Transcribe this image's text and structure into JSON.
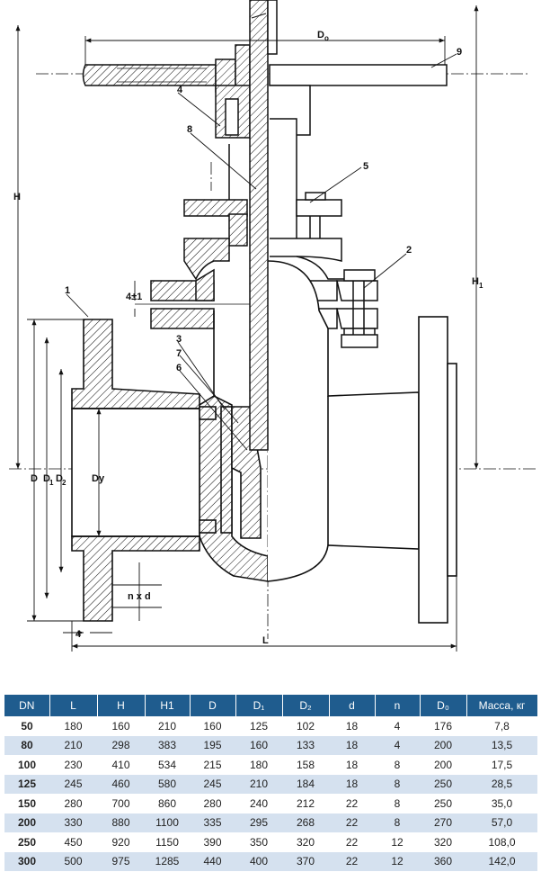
{
  "drawing": {
    "dimension_labels": {
      "H": "H",
      "H1": "H",
      "H1_sub": "1",
      "D0": "D",
      "D0_sub": "o",
      "L": "L",
      "D": "D",
      "D1": "D",
      "D1_sub": "1",
      "D2": "D",
      "D2_sub": "2",
      "Dy": "Dy",
      "gap": "4±1",
      "flange_thickness": "4",
      "bolts": "n x d"
    },
    "part_numbers": [
      "1",
      "2",
      "3",
      "4",
      "5",
      "6",
      "7",
      "8",
      "9"
    ]
  },
  "table": {
    "headers": [
      "DN",
      "L",
      "H",
      "H1",
      "D",
      "D₁",
      "D₂",
      "d",
      "n",
      "D₀",
      "Масса, кг"
    ],
    "rows": [
      [
        "50",
        "180",
        "160",
        "210",
        "160",
        "125",
        "102",
        "18",
        "4",
        "176",
        "7,8"
      ],
      [
        "80",
        "210",
        "298",
        "383",
        "195",
        "160",
        "133",
        "18",
        "4",
        "200",
        "13,5"
      ],
      [
        "100",
        "230",
        "410",
        "534",
        "215",
        "180",
        "158",
        "18",
        "8",
        "200",
        "17,5"
      ],
      [
        "125",
        "245",
        "460",
        "580",
        "245",
        "210",
        "184",
        "18",
        "8",
        "250",
        "28,5"
      ],
      [
        "150",
        "280",
        "700",
        "860",
        "280",
        "240",
        "212",
        "22",
        "8",
        "250",
        "35,0"
      ],
      [
        "200",
        "330",
        "880",
        "1100",
        "335",
        "295",
        "268",
        "22",
        "8",
        "270",
        "57,0"
      ],
      [
        "250",
        "450",
        "920",
        "1150",
        "390",
        "350",
        "320",
        "22",
        "12",
        "320",
        "108,0"
      ],
      [
        "300",
        "500",
        "975",
        "1285",
        "440",
        "400",
        "370",
        "22",
        "12",
        "360",
        "142,0"
      ]
    ]
  }
}
